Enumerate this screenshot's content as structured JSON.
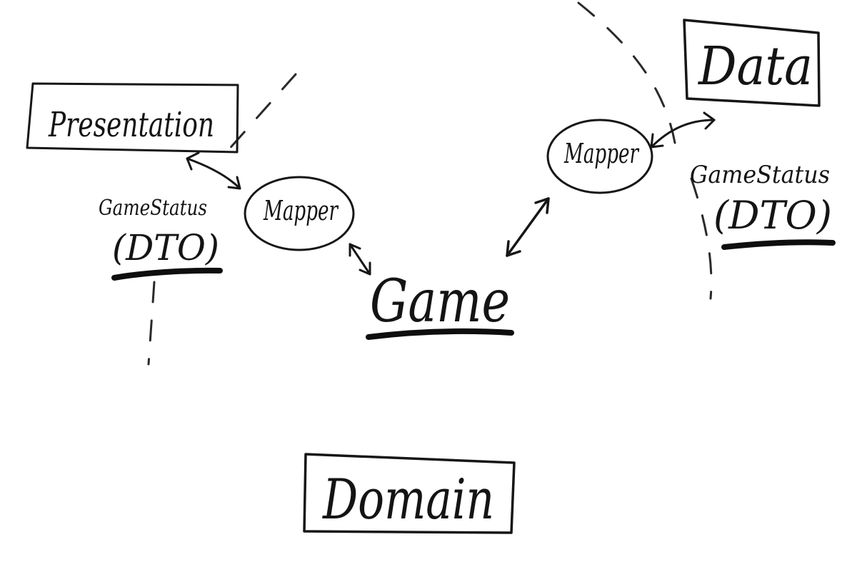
{
  "layers": {
    "presentation": "Presentation",
    "data": "Data",
    "domain": "Domain"
  },
  "mappers": {
    "left": "Mapper",
    "right": "Mapper"
  },
  "core": {
    "game": "Game"
  },
  "dto_left": {
    "name": "GameStatus",
    "kind": "(DTO)"
  },
  "dto_right": {
    "name": "GameStatus",
    "kind": "(DTO)"
  },
  "colors": {
    "ink": "#161616",
    "paper": "#ffffff"
  }
}
